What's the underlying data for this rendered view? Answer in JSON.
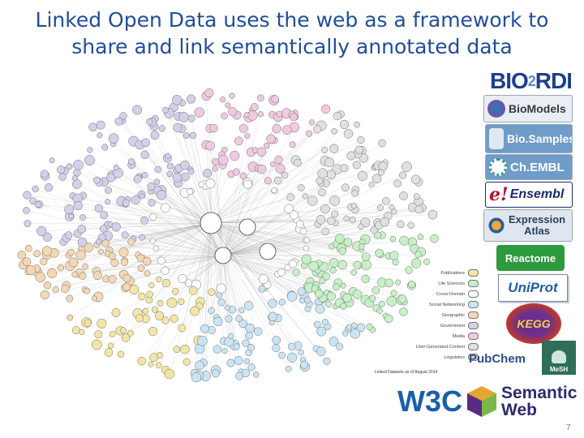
{
  "title": {
    "line1": "Linked Open Data uses the web as a framework to",
    "line2": "share and link semantically annotated data"
  },
  "lod_cloud": {
    "legend": [
      "Publications",
      "Life Sciences",
      "Cross-Domain",
      "Social Networking",
      "Geographic",
      "Government",
      "Media",
      "User-Generated Content",
      "Linguistics"
    ],
    "legend_colors": [
      "#f3e6a4",
      "#c7f0c7",
      "#ffffff",
      "#c9e5f5",
      "#f4d8b4",
      "#d4d0ea",
      "#f0c9e0",
      "#e0e0e0",
      "#e8d3c8"
    ],
    "caption": "Linked Datasets as of August 2014"
  },
  "logos": {
    "bio2rdf": {
      "text_a": "BIO",
      "text_b": "2",
      "text_c": "RDF"
    },
    "biomodels": "BioModels",
    "biosamples": "Bio.Samples",
    "chembl": "Ch.EMBL",
    "ensembl": {
      "e": "e!",
      "text": "Ensembl"
    },
    "expression_atlas": {
      "line1": "Expression",
      "line2": "Atlas"
    },
    "reactome": "Reactome",
    "uniprot": "UniProt",
    "kegg": "KEGG",
    "pubchem": "PubChem",
    "mesh": "MeSH",
    "w3c": "W3C",
    "semantic_web": {
      "line1": "Semantic",
      "line2": "Web"
    }
  },
  "page_number": "7",
  "colors": {
    "title": "#1f4e9a",
    "reactome": "#2e9a3e",
    "w3c": "#1a5fa8"
  }
}
